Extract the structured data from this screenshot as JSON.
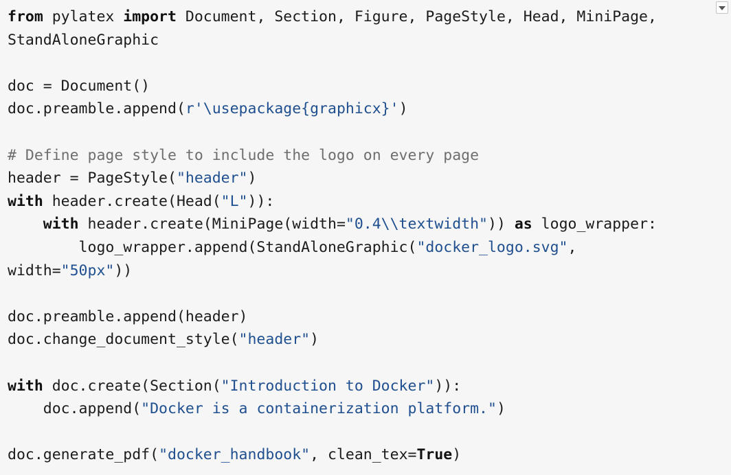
{
  "code": {
    "lines": [
      [
        {
          "t": "from",
          "c": "kw"
        },
        {
          "t": " pylatex ",
          "c": "txt"
        },
        {
          "t": "import",
          "c": "kw"
        },
        {
          "t": " Document, Section, Figure, PageStyle, Head, MiniPage,",
          "c": "txt"
        }
      ],
      [
        {
          "t": "StandAloneGraphic",
          "c": "txt"
        }
      ],
      [],
      [
        {
          "t": "doc = Document()",
          "c": "txt"
        }
      ],
      [
        {
          "t": "doc.preamble.append(",
          "c": "txt"
        },
        {
          "t": "r'\\usepackage{graphicx}'",
          "c": "str"
        },
        {
          "t": ")",
          "c": "txt"
        }
      ],
      [],
      [
        {
          "t": "# Define page style to include the logo on every page",
          "c": "cmt"
        }
      ],
      [
        {
          "t": "header = PageStyle(",
          "c": "txt"
        },
        {
          "t": "\"header\"",
          "c": "str"
        },
        {
          "t": ")",
          "c": "txt"
        }
      ],
      [
        {
          "t": "with",
          "c": "kw"
        },
        {
          "t": " header.create(Head(",
          "c": "txt"
        },
        {
          "t": "\"L\"",
          "c": "str"
        },
        {
          "t": ")):",
          "c": "txt"
        }
      ],
      [
        {
          "t": "    ",
          "c": "txt"
        },
        {
          "t": "with",
          "c": "kw"
        },
        {
          "t": " header.create(MiniPage(width=",
          "c": "txt"
        },
        {
          "t": "\"0.4\\\\textwidth\"",
          "c": "str"
        },
        {
          "t": ")) ",
          "c": "txt"
        },
        {
          "t": "as",
          "c": "kw"
        },
        {
          "t": " logo_wrapper:",
          "c": "txt"
        }
      ],
      [
        {
          "t": "        logo_wrapper.append(StandAloneGraphic(",
          "c": "txt"
        },
        {
          "t": "\"docker_logo.svg\"",
          "c": "str"
        },
        {
          "t": ",",
          "c": "txt"
        }
      ],
      [
        {
          "t": "width=",
          "c": "txt"
        },
        {
          "t": "\"50px\"",
          "c": "str"
        },
        {
          "t": "))",
          "c": "txt"
        }
      ],
      [],
      [
        {
          "t": "doc.preamble.append(header)",
          "c": "txt"
        }
      ],
      [
        {
          "t": "doc.change_document_style(",
          "c": "txt"
        },
        {
          "t": "\"header\"",
          "c": "str"
        },
        {
          "t": ")",
          "c": "txt"
        }
      ],
      [],
      [
        {
          "t": "with",
          "c": "kw"
        },
        {
          "t": " doc.create(Section(",
          "c": "txt"
        },
        {
          "t": "\"Introduction to Docker\"",
          "c": "str"
        },
        {
          "t": ")):",
          "c": "txt"
        }
      ],
      [
        {
          "t": "    doc.append(",
          "c": "txt"
        },
        {
          "t": "\"Docker is a containerization platform.\"",
          "c": "str"
        },
        {
          "t": ")",
          "c": "txt"
        }
      ],
      [],
      [
        {
          "t": "doc.generate_pdf(",
          "c": "txt"
        },
        {
          "t": "\"docker_handbook\"",
          "c": "str"
        },
        {
          "t": ", clean_tex=",
          "c": "txt"
        },
        {
          "t": "True",
          "c": "kw"
        },
        {
          "t": ")",
          "c": "txt"
        }
      ]
    ]
  },
  "dropdown": {
    "icon": "chevron-down-icon"
  }
}
